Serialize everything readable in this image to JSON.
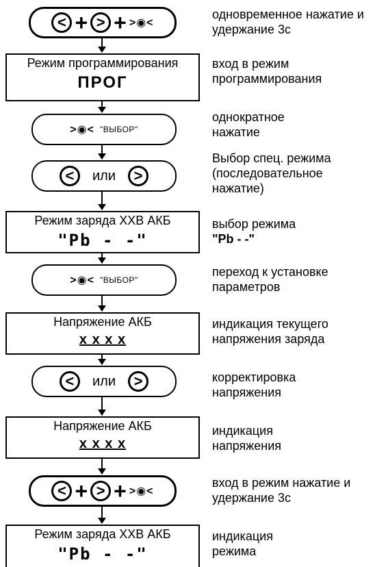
{
  "steps": [
    {
      "kind": "pill",
      "left": "<",
      "plus1": "+",
      "right": ">",
      "plus2": "+",
      "select": ">◉<",
      "note": "одновременное нажатие и удержание 3с"
    },
    {
      "kind": "box",
      "line1": "Режим программирования",
      "line2": "ПРОГ",
      "note": "вход в режим программирования"
    },
    {
      "kind": "pill",
      "select": ">◉<",
      "quote": "\"ВЫБОР\"",
      "note": "однократное нажатие"
    },
    {
      "kind": "pill",
      "left": "<",
      "or": "или",
      "right": ">",
      "note": "Выбор спец. режима (последовательное нажатие)"
    },
    {
      "kind": "box",
      "line1": "Режим заряда ХХВ АКБ",
      "line2": "\"Pb - -\"",
      "note_line1": "выбор режима",
      "note_line2": "\"Pb - -\""
    },
    {
      "kind": "pill",
      "select": ">◉<",
      "quote": "\"ВЫБОР\"",
      "note": "переход к установке параметров"
    },
    {
      "kind": "box",
      "line1": "Напряжение АКБ",
      "line2": "x x x x",
      "note": "индикация текущего напряжения заряда"
    },
    {
      "kind": "pill",
      "left": "<",
      "or": "или",
      "right": ">",
      "note": "корректировка напряжения"
    },
    {
      "kind": "box",
      "line1": "Напряжение АКБ",
      "line2": "x x x x",
      "note": "индикация напряжения"
    },
    {
      "kind": "pill",
      "left": "<",
      "plus1": "+",
      "right": ">",
      "plus2": "+",
      "select": ">◉<",
      "note": "вход в режим нажатие и удержание 3с"
    },
    {
      "kind": "box",
      "line1": "Режим заряда ХХВ АКБ",
      "line2": "\"Pb - -\"",
      "note": "индикация режима"
    }
  ]
}
